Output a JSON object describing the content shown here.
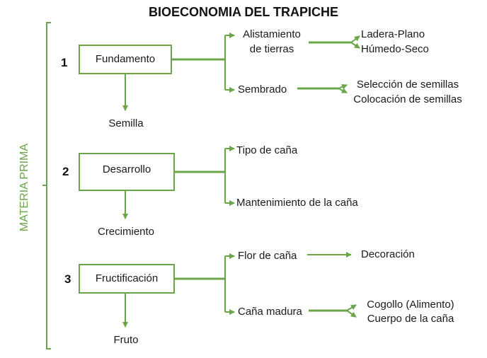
{
  "title": "BIOECONOMIA DEL TRAPICHE",
  "side_label": "MATERIA PRIMA",
  "accent_color": "#6aa54a",
  "stages": [
    {
      "number": "1",
      "box_label": "Fundamento",
      "result": "Semilla",
      "branches": [
        {
          "label_line1": "Alistamiento",
          "label_line2": "de tierras",
          "sub_line1": "Ladera-Plano",
          "sub_line2": "Húmedo-Seco"
        },
        {
          "label": "Sembrado",
          "sub_line1": "Selección de semillas",
          "sub_line2": "Colocación de semillas"
        }
      ]
    },
    {
      "number": "2",
      "box_label": "Desarrollo",
      "result": "Crecimiento",
      "branches": [
        {
          "label": "Tipo de caña"
        },
        {
          "label": "Mantenimiento de la caña"
        }
      ]
    },
    {
      "number": "3",
      "box_label": "Fructificación",
      "result": "Fruto",
      "branches": [
        {
          "label": "Flor de caña",
          "sub": "Decoración"
        },
        {
          "label": "Caña madura",
          "sub_line1": "Cogollo (Alimento)",
          "sub_line2": "Cuerpo de la caña"
        }
      ]
    }
  ]
}
